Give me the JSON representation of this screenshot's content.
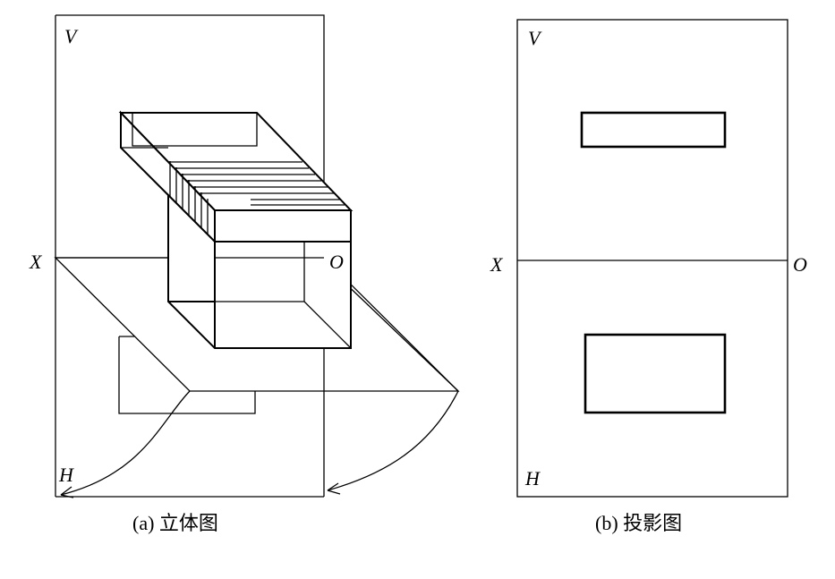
{
  "figure_a": {
    "label_v": "V",
    "label_x": "X",
    "label_o": "O",
    "label_h": "H",
    "caption": "(a)  立体图"
  },
  "figure_b": {
    "label_v": "V",
    "label_x": "X",
    "label_o": "O",
    "label_h": "H",
    "caption": "(b)  投影图"
  }
}
